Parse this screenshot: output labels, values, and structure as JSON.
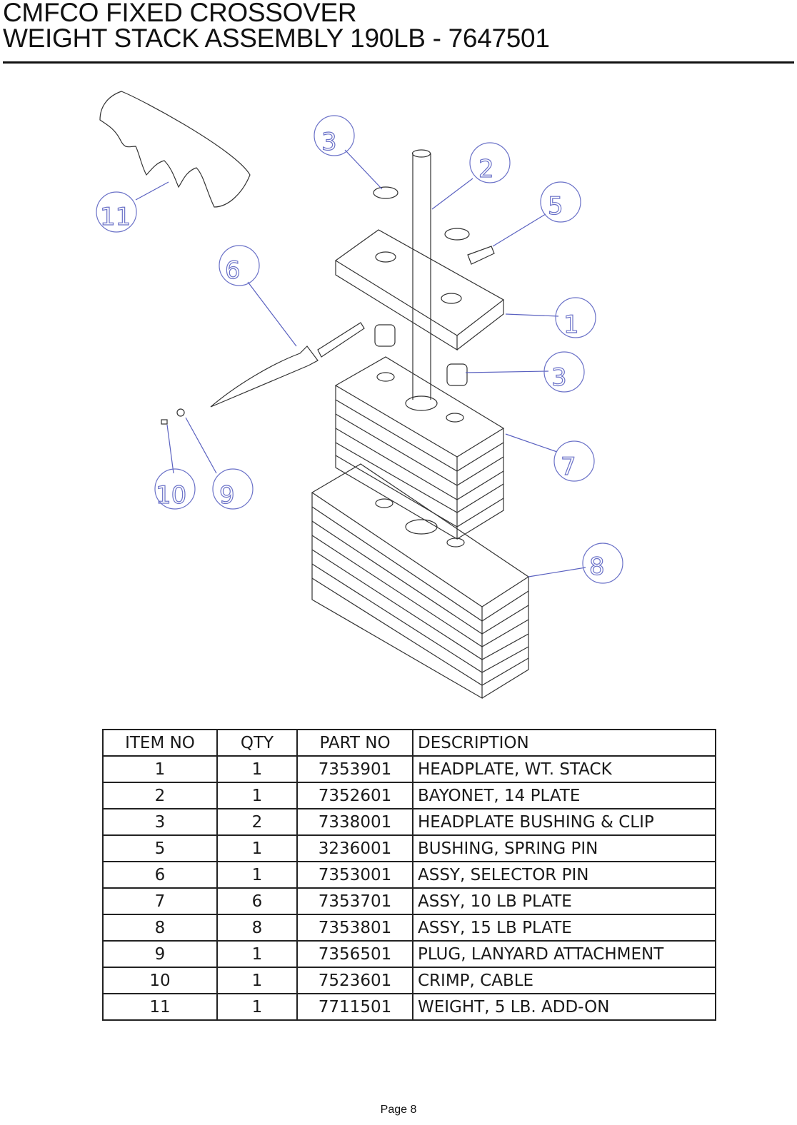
{
  "header": {
    "line1": "CMFCO FIXED CROSSOVER",
    "line2": "WEIGHT STACK ASSEMBLY 190LB - 7647501"
  },
  "diagram": {
    "callouts": [
      "1",
      "2",
      "3",
      "3",
      "5",
      "6",
      "7",
      "8",
      "9",
      "10",
      "11"
    ],
    "callout_color": "#6b72c8"
  },
  "table": {
    "headers": [
      "ITEM NO",
      "QTY",
      "PART NO",
      "DESCRIPTION"
    ],
    "rows": [
      {
        "item": "1",
        "qty": "1",
        "part": "7353901",
        "desc": "HEADPLATE, WT. STACK"
      },
      {
        "item": "2",
        "qty": "1",
        "part": "7352601",
        "desc": "BAYONET, 14 PLATE"
      },
      {
        "item": "3",
        "qty": "2",
        "part": "7338001",
        "desc": "HEADPLATE BUSHING & CLIP"
      },
      {
        "item": "5",
        "qty": "1",
        "part": "3236001",
        "desc": "BUSHING, SPRING PIN"
      },
      {
        "item": "6",
        "qty": "1",
        "part": "7353001",
        "desc": "ASSY, SELECTOR PIN"
      },
      {
        "item": "7",
        "qty": "6",
        "part": "7353701",
        "desc": "ASSY, 10 LB PLATE"
      },
      {
        "item": "8",
        "qty": "8",
        "part": "7353801",
        "desc": "ASSY, 15 LB PLATE"
      },
      {
        "item": "9",
        "qty": "1",
        "part": "7356501",
        "desc": "PLUG, LANYARD ATTACHMENT"
      },
      {
        "item": "10",
        "qty": "1",
        "part": "7523601",
        "desc": "CRIMP, CABLE"
      },
      {
        "item": "11",
        "qty": "1",
        "part": "7711501",
        "desc": "WEIGHT, 5 LB. ADD-ON"
      }
    ]
  },
  "footer": {
    "page": "Page 8"
  }
}
